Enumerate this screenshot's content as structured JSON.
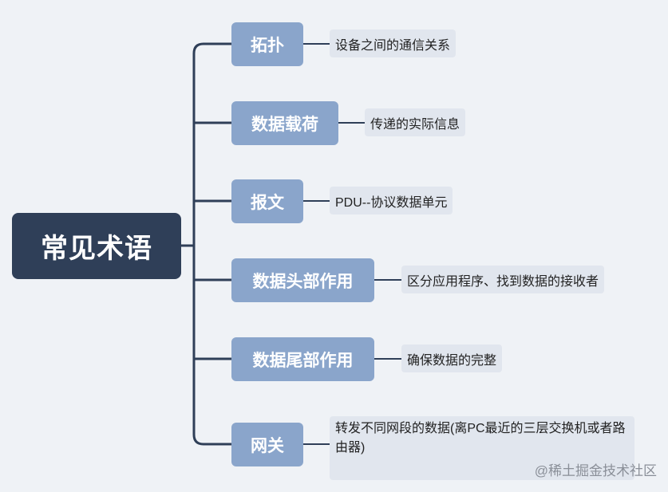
{
  "root": {
    "label": "常见术语"
  },
  "branches": [
    {
      "label": "拓扑",
      "leaf": "设备之间的通信关系"
    },
    {
      "label": "数据载荷",
      "leaf": "传递的实际信息"
    },
    {
      "label": "报文",
      "leaf": "PDU--协议数据单元"
    },
    {
      "label": "数据头部作用",
      "leaf": "区分应用程序、找到数据的接收者"
    },
    {
      "label": "数据尾部作用",
      "leaf": "确保数据的完整"
    },
    {
      "label": "网关",
      "leaf": "转发不同网段的数据(离PC最近的三层交换机或者路由器)"
    }
  ],
  "watermark": "@稀土掘金技术社区"
}
